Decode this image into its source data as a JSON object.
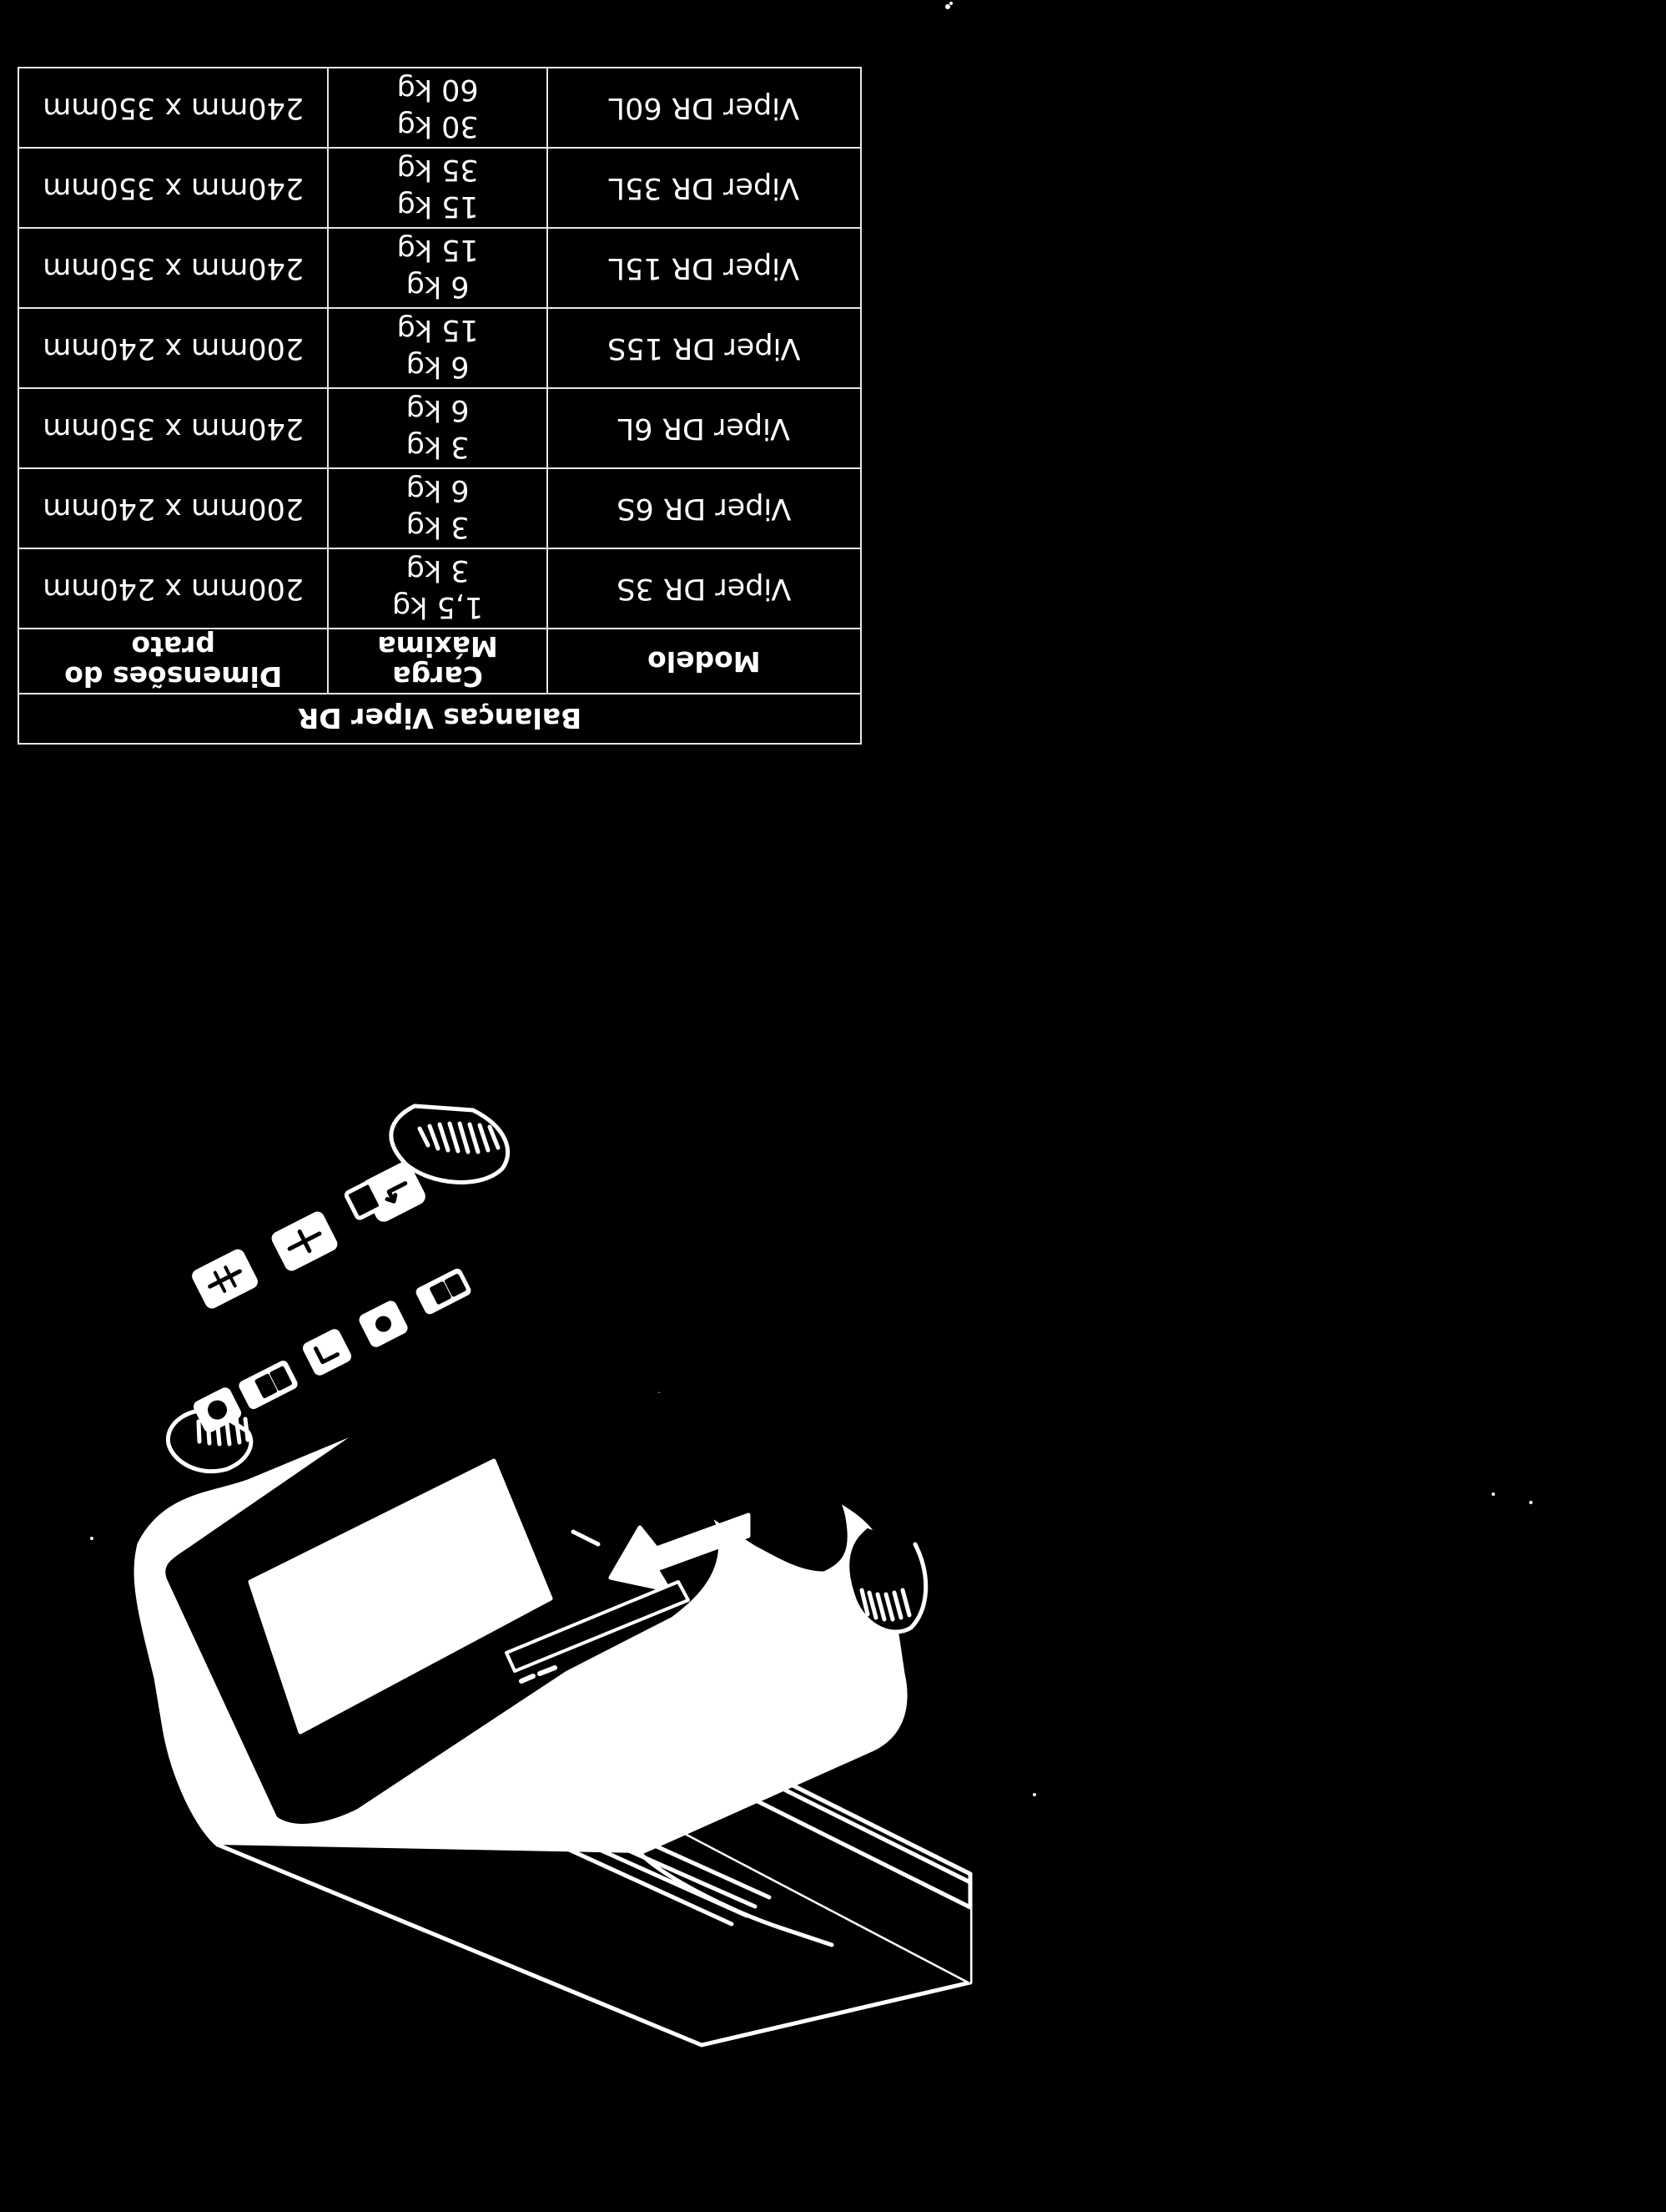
{
  "table": {
    "title": "Balanças Viper DR",
    "headers": {
      "model": "Modelo",
      "max_load": "Carga Máxima",
      "dimensions": "Dimensões do prato"
    },
    "rows": [
      {
        "model": "Viper DR 3S",
        "load_a": "1,5 kg",
        "load_b": "3 kg",
        "dimensions": "200mm x 240mm"
      },
      {
        "model": "Viper DR 6S",
        "load_a": "3 kg",
        "load_b": "6 kg",
        "dimensions": "200mm x 240mm"
      },
      {
        "model": "Viper DR 6L",
        "load_a": "3 kg",
        "load_b": "6 kg",
        "dimensions": "240mm x 350mm"
      },
      {
        "model": "Viper DR 15S",
        "load_a": "6 kg",
        "load_b": "15 kg",
        "dimensions": "200mm x 240mm"
      },
      {
        "model": "Viper DR 15L",
        "load_a": "6 kg",
        "load_b": "15 kg",
        "dimensions": "240mm x 350mm"
      },
      {
        "model": "Viper DR 35L",
        "load_a": "15 kg",
        "load_b": "35 kg",
        "dimensions": "240mm x 350mm"
      },
      {
        "model": "Viper DR 60L",
        "load_a": "30 kg",
        "load_b": "60 kg",
        "dimensions": "240mm x 350mm"
      }
    ]
  },
  "illustration": {
    "subject": "scale-icon",
    "line_color": "#ffffff",
    "background_color": "#000000"
  }
}
